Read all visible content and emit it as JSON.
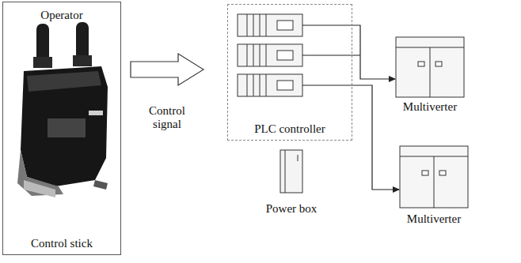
{
  "diagram": {
    "nodes": [
      {
        "text": [
          "Operator",
          "Control stick"
        ]
      },
      {
        "text": [
          "PLC controller"
        ]
      },
      {
        "text": [
          "Multiverter"
        ]
      },
      {
        "text": [
          "Power box"
        ]
      },
      {
        "text": [
          "Multiverter"
        ]
      }
    ],
    "edges": [
      {
        "from": 0,
        "to": 1,
        "arrow": "to",
        "label": "Control signal"
      },
      {
        "from": 1,
        "to": 2,
        "arrow": "to"
      },
      {
        "from": 1,
        "to": 4,
        "arrow": "to"
      }
    ]
  }
}
